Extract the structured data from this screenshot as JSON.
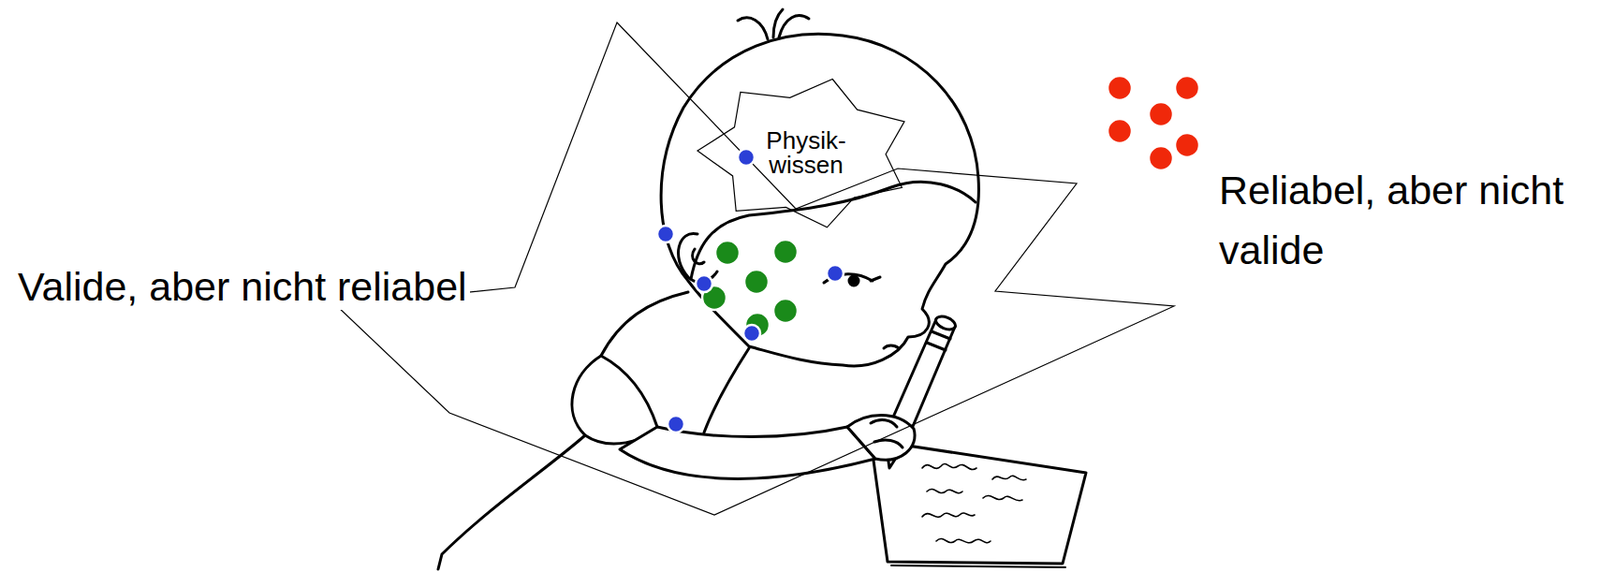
{
  "diagram": {
    "nodes": [
      {
        "text": [
          "Physik- wissen"
        ]
      }
    ],
    "labels": [
      "Reliabel, aber nicht valide",
      "Valide, aber nicht reliabel"
    ]
  }
}
